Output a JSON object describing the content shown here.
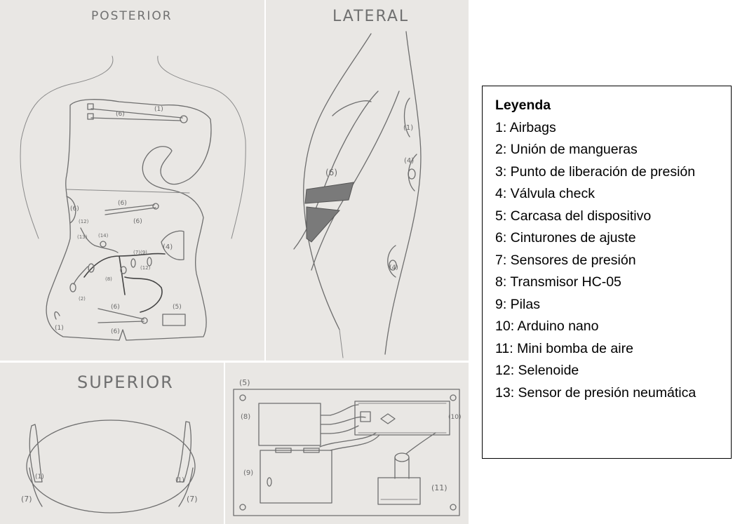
{
  "panels": {
    "posterior": {
      "title": "POSTERIOR"
    },
    "lateral": {
      "title": "LATERAL"
    },
    "superior": {
      "title": "SUPERIOR"
    },
    "device": {
      "marker": "(5)"
    }
  },
  "sketch_labels": {
    "posterior": [
      "(1)",
      "(6)",
      "(6)",
      "(6)",
      "(6)",
      "(6)",
      "(6)",
      "(4)",
      "(5)",
      "(1)",
      "(12)",
      "(13)",
      "(14)",
      "(9)",
      "(7)",
      "(12)",
      "(8)",
      "(2)"
    ],
    "lateral": [
      "(6)",
      "(1)",
      "(4)",
      "(4)"
    ],
    "superior": [
      "(7)",
      "(7)",
      "(1)",
      "(1)"
    ],
    "device": [
      "(8)",
      "(9)",
      "(10)",
      "(11)"
    ]
  },
  "legend": {
    "title": "Leyenda",
    "items": [
      "1: Airbags",
      "2: Unión de mangueras",
      "3: Punto de liberación de presión",
      "4: Válvula check",
      "5: Carcasa del dispositivo",
      "6: Cinturones de ajuste",
      "7: Sensores de presión",
      "8: Transmisor HC-05",
      "9: Pilas",
      "10: Arduino nano",
      "11: Mini bomba de aire",
      "12: Selenoide",
      "13: Sensor de presión neumática"
    ]
  }
}
